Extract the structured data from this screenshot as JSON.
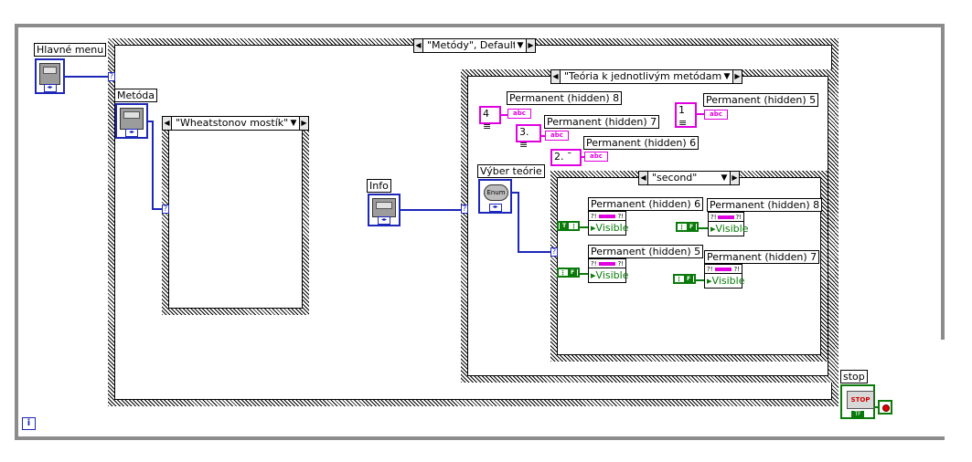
{
  "while_loop": {
    "iteration_label": "i"
  },
  "controls": {
    "hlavne_menu": "Hlavné menu",
    "metoda": "Metóda",
    "info": "Info",
    "vyber_teorie": "Výber teórie",
    "vyber_teorie_type": "Enum",
    "stop": "stop",
    "stop_button_text": "STOP",
    "stop_terminal_type": "TF"
  },
  "case_structures": {
    "outer": {
      "selector": "\"Metódy\", Default"
    },
    "wheatstone": {
      "selector": "\"Wheatstonov mostík\""
    },
    "teoria": {
      "selector": "\"Teória k jednotlivým metódam\""
    },
    "second": {
      "selector": "\"second\""
    }
  },
  "string_constants": [
    {
      "value": "4",
      "target": "Permanent (hidden) 8"
    },
    {
      "value": "3.",
      "target": "Permanent (hidden) 7"
    },
    {
      "value": "2.",
      "target": "Permanent (hidden) 6"
    },
    {
      "value": "1",
      "target": "Permanent (hidden) 5"
    }
  ],
  "string_type_label": "abc",
  "property_nodes": [
    {
      "target": "Permanent (hidden) 6",
      "property": "Visible",
      "input": "T"
    },
    {
      "target": "Permanent (hidden) 8",
      "property": "Visible",
      "input": "F"
    },
    {
      "target": "Permanent (hidden) 5",
      "property": "Visible",
      "input": "F"
    },
    {
      "target": "Permanent (hidden) 7",
      "property": "Visible",
      "input": "F"
    }
  ],
  "tunnel_symbol": "?",
  "colors": {
    "wire_enum": "#1d28b8",
    "wire_string": "#e000e0",
    "wire_boolean": "#0a7a0a",
    "loop_border": "#8c8c8c"
  }
}
